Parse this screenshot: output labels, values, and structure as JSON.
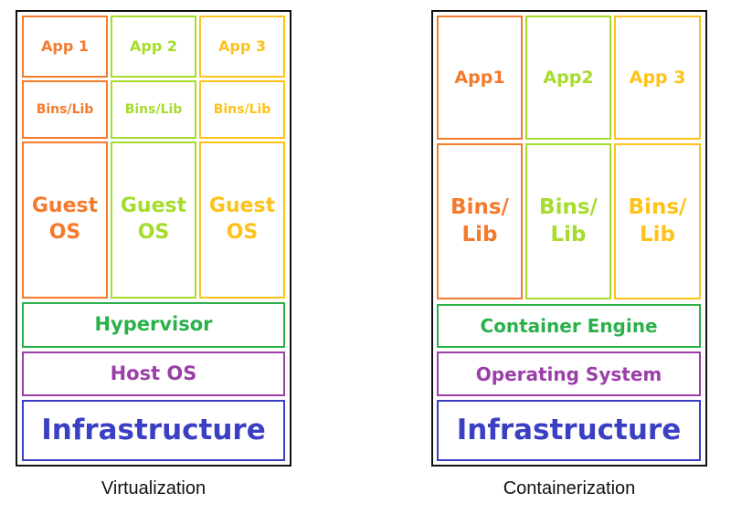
{
  "colors": {
    "orange": "#F47A2C",
    "lime": "#A6DC2C",
    "yellow": "#FFC21A",
    "green": "#2BB149",
    "purple": "#9B3FA8",
    "blue": "#3A3FC4"
  },
  "virtualization": {
    "apps": [
      "App 1",
      "App 2",
      "App 3"
    ],
    "libs": [
      "Bins/Lib",
      "Bins/Lib",
      "Bins/Lib"
    ],
    "guests": [
      "Guest\nOS",
      "Guest\nOS",
      "Guest\nOS"
    ],
    "hypervisor": "Hypervisor",
    "host_os": "Host OS",
    "infrastructure": "Infrastructure",
    "caption": "Virtualization"
  },
  "containerization": {
    "apps": [
      "App1",
      "App2",
      "App 3"
    ],
    "libs": [
      "Bins/\nLib",
      "Bins/\nLib",
      "Bins/\nLib"
    ],
    "engine": "Container Engine",
    "os": "Operating System",
    "infrastructure": "Infrastructure",
    "caption": "Containerization"
  }
}
